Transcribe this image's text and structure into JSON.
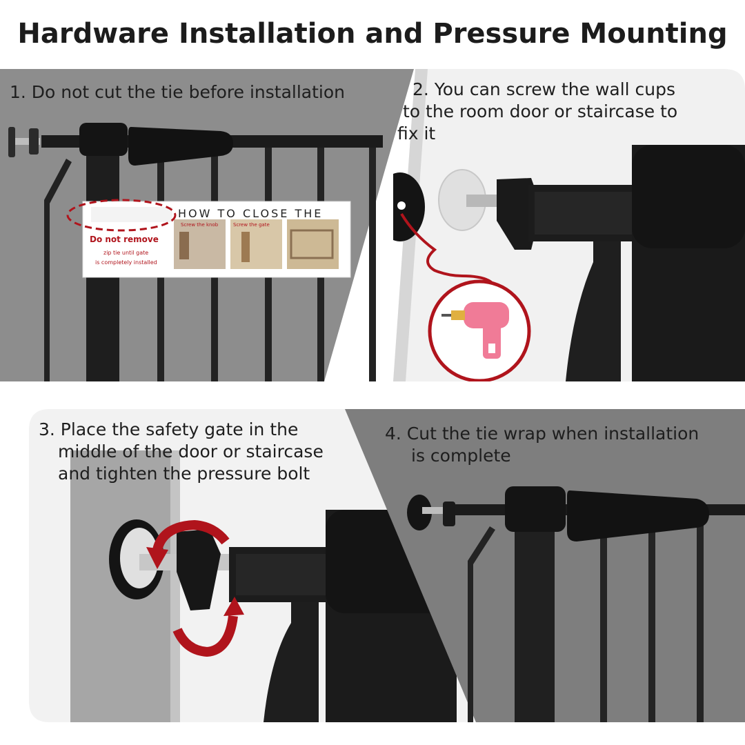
{
  "header": {
    "title": "Hardware Installation and Pressure Mounting"
  },
  "steps": [
    {
      "caption_lines": [
        "1. Do not cut the tie before installation"
      ]
    },
    {
      "caption_lines": [
        "2. You can screw the wall cups",
        "to the room door or staircase to",
        "fix it"
      ]
    },
    {
      "caption_lines": [
        "3. Place the safety gate in the",
        "middle of the door or staircase",
        "and tighten the pressure bolt"
      ]
    },
    {
      "caption_lines": [
        "4. Cut the tie wrap when installation",
        "is complete"
      ]
    }
  ],
  "tag": {
    "warning": "Do not remove",
    "line1": "zip tie until gate",
    "line2": "is completely installed",
    "banner": "HOW TO CLOSE THE",
    "photo_caption_1": "Screw the knob",
    "photo_caption_2": "Screw the gate"
  },
  "colors": {
    "gate_metal": "#1a1a1a",
    "wall_gray": "#8a8a8a",
    "accent_red": "#b0141c",
    "drill_pink": "#f07b97"
  },
  "icons": {
    "drill": "drill-icon",
    "rotate_arrows": "rotate-arrows-icon"
  }
}
